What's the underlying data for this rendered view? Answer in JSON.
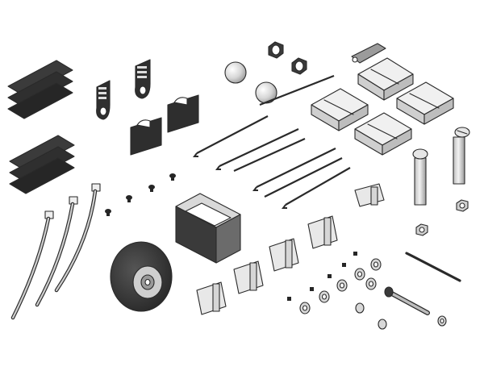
{
  "scene": {
    "background": "#ffffff",
    "style": "grayscale technical illustration of an RC model hardware kit (exploded parts view)",
    "colors": {
      "outline": "#2a2a2a",
      "plastic_light": "#e9e9e9",
      "plastic_mid": "#c9c9c9",
      "metal_light": "#dcdcdc",
      "metal_dark": "#8c8c8c",
      "dark_part": "#2f2f2f",
      "tire": "#3a3a3a"
    }
  },
  "parts": [
    {
      "kind": "hook-and-loop-pad-stack",
      "count": 2,
      "icon": "velcro-pads-icon"
    },
    {
      "kind": "servo-mount-strap",
      "count": 2,
      "icon": "strap-icon"
    },
    {
      "kind": "adhesive-hook-pad",
      "count": 2,
      "icon": "pad-icon"
    },
    {
      "kind": "cable-tie",
      "count": 3,
      "icon": "cable-tie-icon"
    },
    {
      "kind": "small-screw",
      "count": 5,
      "icon": "screw-icon"
    },
    {
      "kind": "wheel",
      "count": 1,
      "icon": "wheel-icon"
    },
    {
      "kind": "rectangular-tank-frame",
      "count": 1,
      "icon": "frame-icon"
    },
    {
      "kind": "ball-knob",
      "count": 2,
      "icon": "ball-icon"
    },
    {
      "kind": "hex-nut",
      "count": 4,
      "icon": "nut-icon"
    },
    {
      "kind": "clevis",
      "count": 2,
      "icon": "clevis-icon"
    },
    {
      "kind": "pushrod",
      "count": 6,
      "icon": "pushrod-icon"
    },
    {
      "kind": "hinge",
      "count": 4,
      "icon": "hinge-icon"
    },
    {
      "kind": "bolt",
      "count": 2,
      "icon": "bolt-icon"
    },
    {
      "kind": "control-horn",
      "count": 6,
      "icon": "control-horn-icon"
    },
    {
      "kind": "wheel-collar",
      "count": 6,
      "icon": "collar-icon"
    },
    {
      "kind": "allen-key",
      "count": 1,
      "icon": "allen-key-icon"
    },
    {
      "kind": "set-screw",
      "count": 6,
      "icon": "set-screw-icon"
    }
  ]
}
